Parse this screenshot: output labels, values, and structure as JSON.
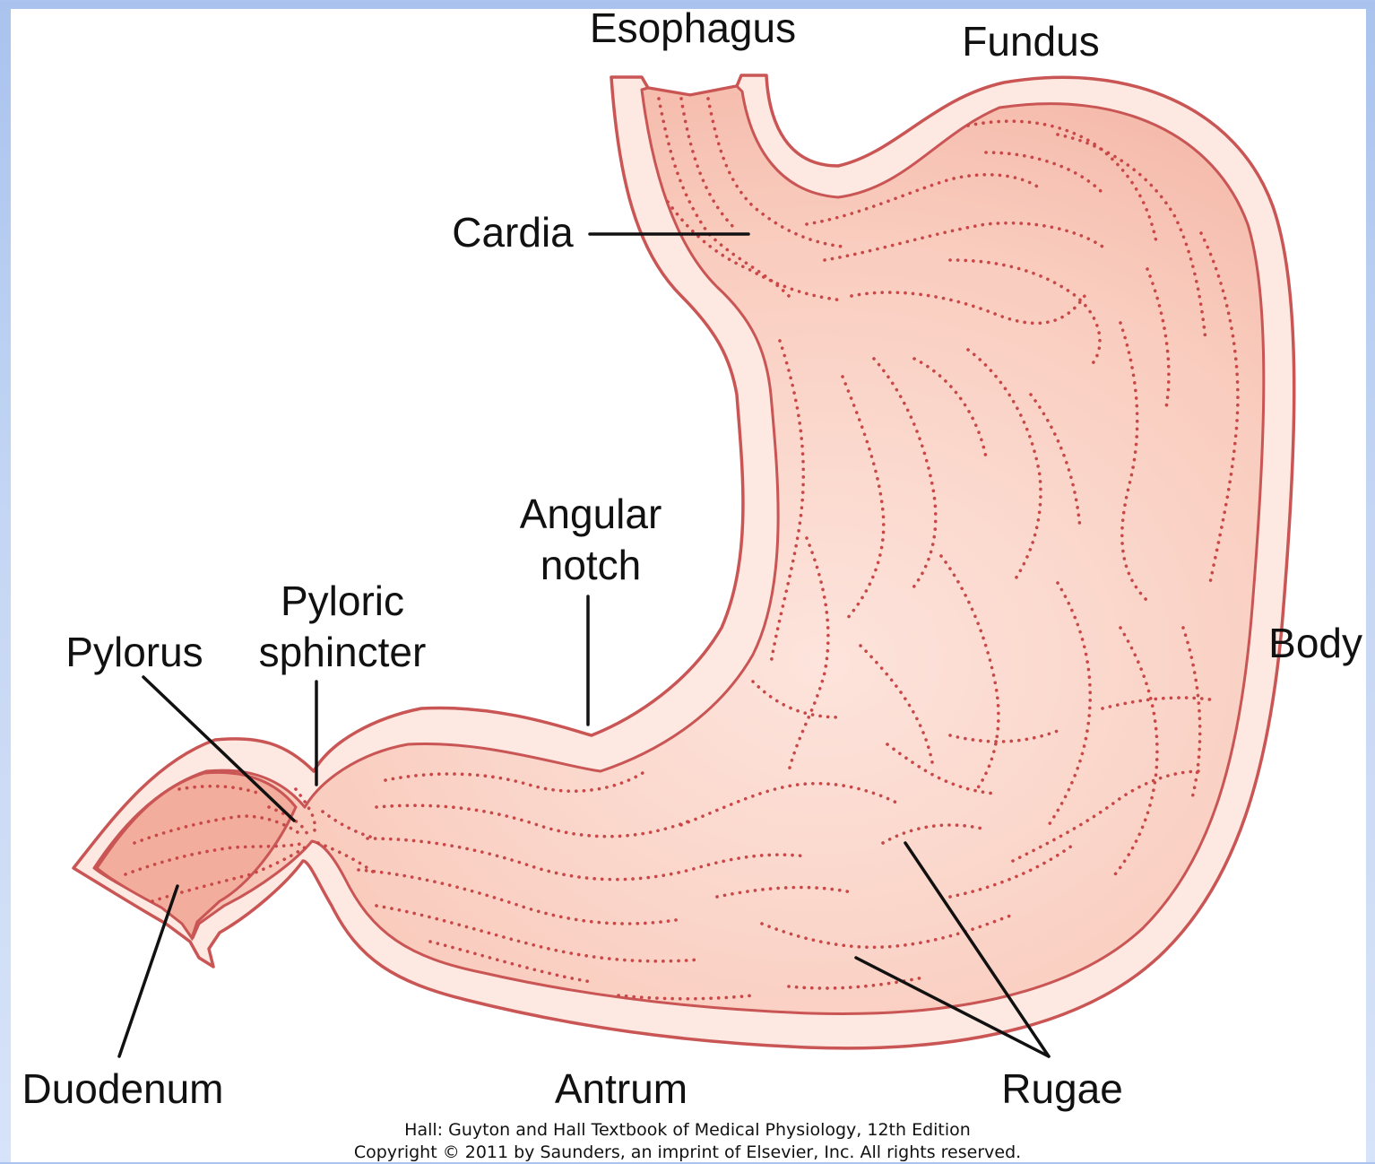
{
  "labels": {
    "esophagus": "Esophagus",
    "fundus": "Fundus",
    "cardia": "Cardia",
    "angular_notch_line1": "Angular",
    "angular_notch_line2": "notch",
    "pyloric_sphincter_line1": "Pyloric",
    "pyloric_sphincter_line2": "sphincter",
    "pylorus": "Pylorus",
    "body": "Body",
    "duodenum": "Duodenum",
    "antrum": "Antrum",
    "rugae": "Rugae"
  },
  "credit": {
    "line1": "Hall: Guyton and Hall Textbook of Medical Physiology, 12th Edition",
    "line2": "Copyright © 2011 by Saunders, an imprint of Elsevier, Inc. All rights reserved."
  },
  "colors": {
    "background": "#b7cdf2",
    "wall_fill": "#fde9e2",
    "mucosa_fill": "#f6bcae",
    "outline": "#c95555",
    "leader_lines": "#111111"
  }
}
